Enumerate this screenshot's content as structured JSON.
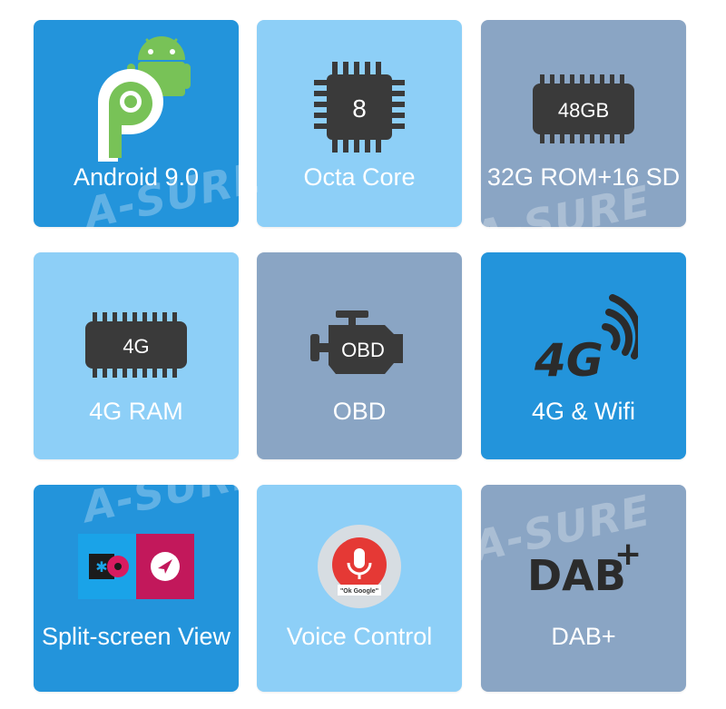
{
  "tiles": [
    {
      "label": "Android 9.0"
    },
    {
      "label": "Octa Core",
      "icon_text": "8"
    },
    {
      "label": "32G ROM+16 SD",
      "icon_text": "48GB"
    },
    {
      "label": "4G RAM",
      "icon_text": "4G"
    },
    {
      "label": "OBD",
      "icon_text": "OBD"
    },
    {
      "label": "4G & Wifi",
      "icon_text": "4G"
    },
    {
      "label": "Split-screen View"
    },
    {
      "label": "Voice Control",
      "icon_text": "\"Ok Google\""
    },
    {
      "label": "DAB+",
      "icon_text": "DAB",
      "icon_sup": "+"
    }
  ],
  "watermark": "A-SURE",
  "colors": {
    "tile_blue": "#2394db",
    "tile_light": "#8dcff7",
    "tile_grey": "#8aa5c4",
    "icon_dark": "#3a3a3a",
    "android_green": "#78c257",
    "mic_red": "#e53935",
    "magenta": "#c2185b"
  }
}
